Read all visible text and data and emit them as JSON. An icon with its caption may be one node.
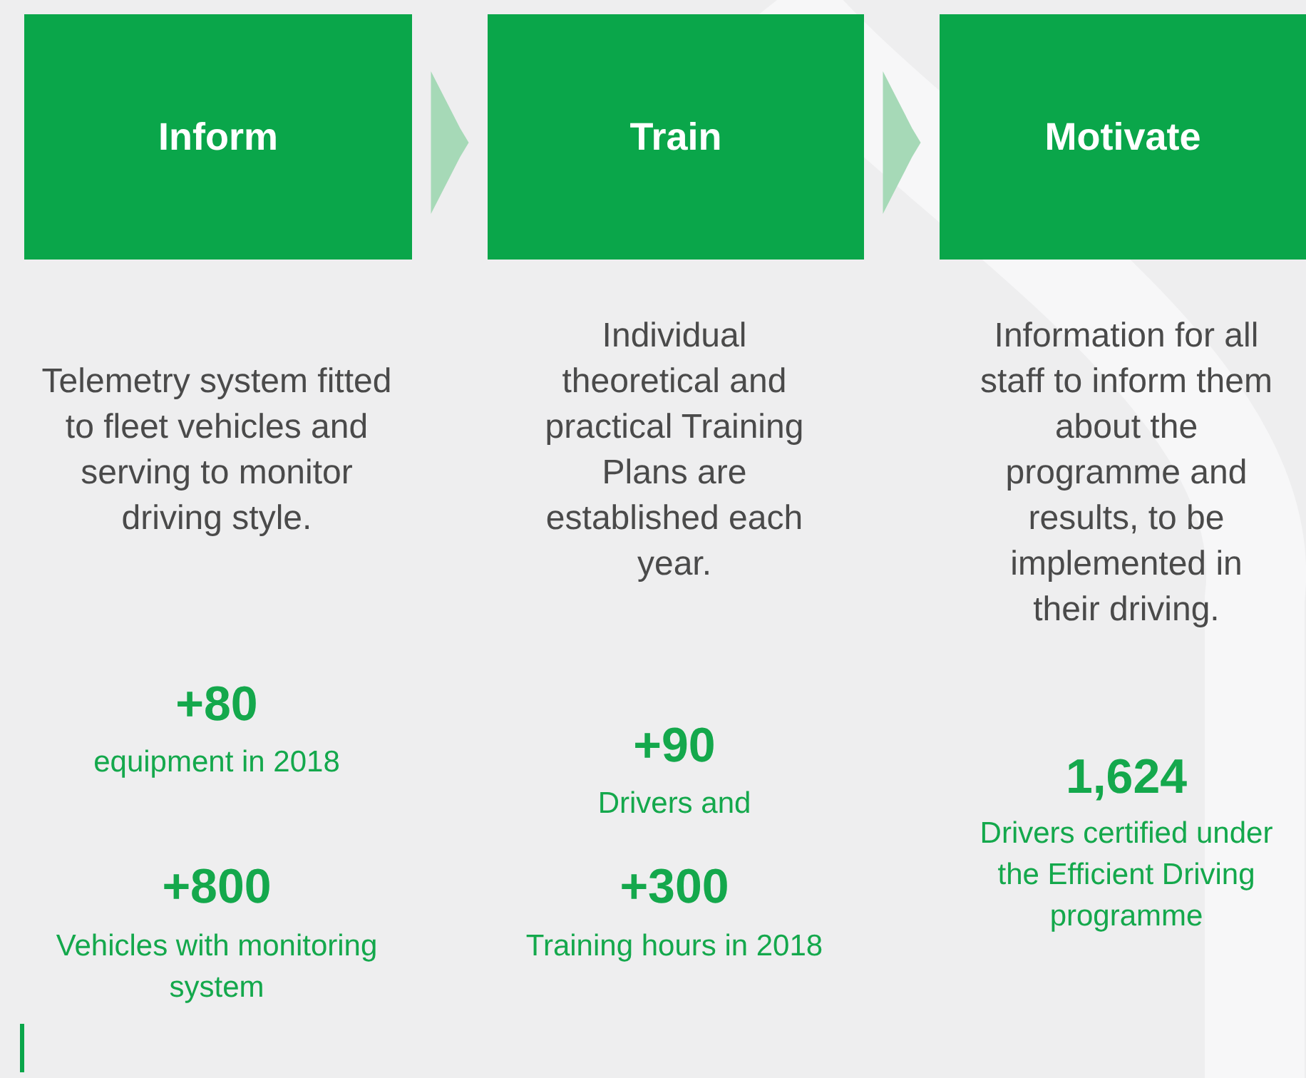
{
  "diagram": {
    "nodes": [
      {
        "text": [
          "Inform"
        ],
        "beside": [
          "Telemetry system fitted to fleet vehicles and serving to monitor driving style."
        ]
      },
      {
        "text": [
          "Train"
        ],
        "beside": [
          "Individual theoretical and practical Training Plans are established each year."
        ]
      },
      {
        "text": [
          "Motivate"
        ],
        "beside": [
          "Information for all staff to inform them about the programme and results, to be implemented in their driving."
        ]
      }
    ],
    "edges": [
      {
        "from": 0,
        "to": 1,
        "arrow": "to"
      },
      {
        "from": 1,
        "to": 2,
        "arrow": "to"
      }
    ],
    "labels": [
      "+80",
      "equipment in 2018",
      "+800",
      "Vehicles with monitoring system",
      "+90",
      "Drivers and",
      "+300",
      "Training hours in 2018",
      "1,624",
      "Drivers certified under the Efficient Driving programme"
    ]
  }
}
